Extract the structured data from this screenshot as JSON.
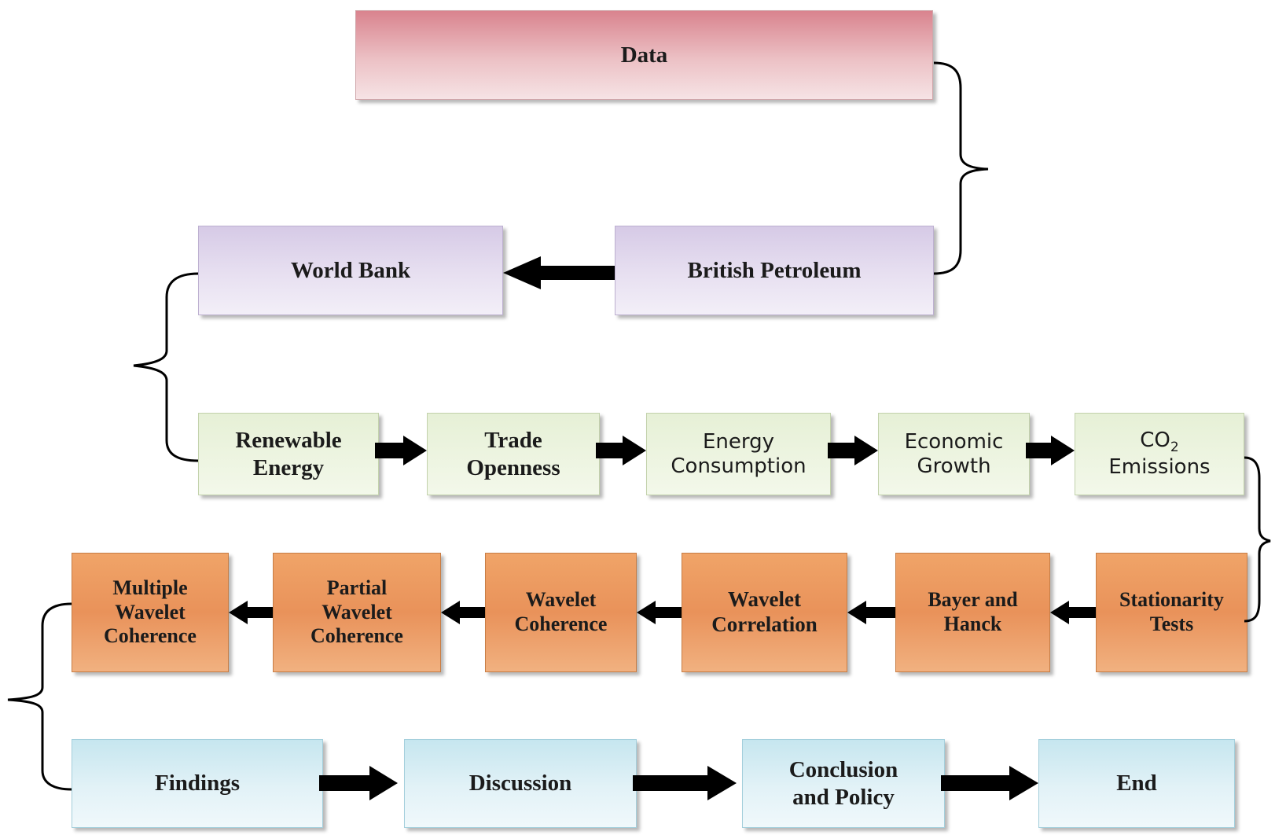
{
  "data_box": {
    "label": "Data"
  },
  "sources": {
    "world_bank": "World Bank",
    "british_petroleum": "British Petroleum"
  },
  "variables": {
    "renewable": [
      "Renewable",
      "Energy"
    ],
    "trade": [
      "Trade",
      "Openness"
    ],
    "energy": [
      "Energy",
      "Consumption"
    ],
    "growth": [
      "Economic",
      "Growth"
    ],
    "co2": {
      "base": "CO",
      "sub": "2",
      "line2": "Emissions"
    }
  },
  "methods": {
    "multiple": [
      "Multiple",
      "Wavelet",
      "Coherence"
    ],
    "partial": [
      "Partial",
      "Wavelet",
      "Coherence"
    ],
    "coherence": [
      "Wavelet",
      "Coherence"
    ],
    "correlation": [
      "Wavelet",
      "Correlation"
    ],
    "bayer": [
      "Bayer and",
      "Hanck"
    ],
    "stationarity": [
      "Stationarity",
      "Tests"
    ]
  },
  "outcomes": {
    "findings": "Findings",
    "discussion": "Discussion",
    "conclusion": [
      "Conclusion",
      "and Policy"
    ],
    "end": "End"
  },
  "colors": {
    "data_box": "#e6a9b0",
    "source_boxes": "#e2d9ee",
    "variable_boxes": "#eef5e3",
    "method_boxes": "#ec9a60",
    "outcome_boxes": "#d5eef5",
    "arrows": "#000000"
  }
}
